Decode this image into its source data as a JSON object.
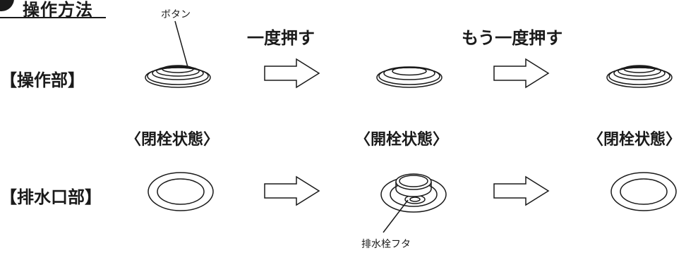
{
  "heading": {
    "title": "操作方法"
  },
  "labels": {
    "button": "ボタン",
    "press_once": "一度押す",
    "press_again": "もう一度押す",
    "control_part": "【操作部】",
    "drain_part": "【排水口部】",
    "plug_cap": "排水栓フタ"
  },
  "states": {
    "closed_1": "〈閉栓状態〉",
    "open": "〈開栓状態〉",
    "closed_2": "〈閉栓状態〉"
  }
}
